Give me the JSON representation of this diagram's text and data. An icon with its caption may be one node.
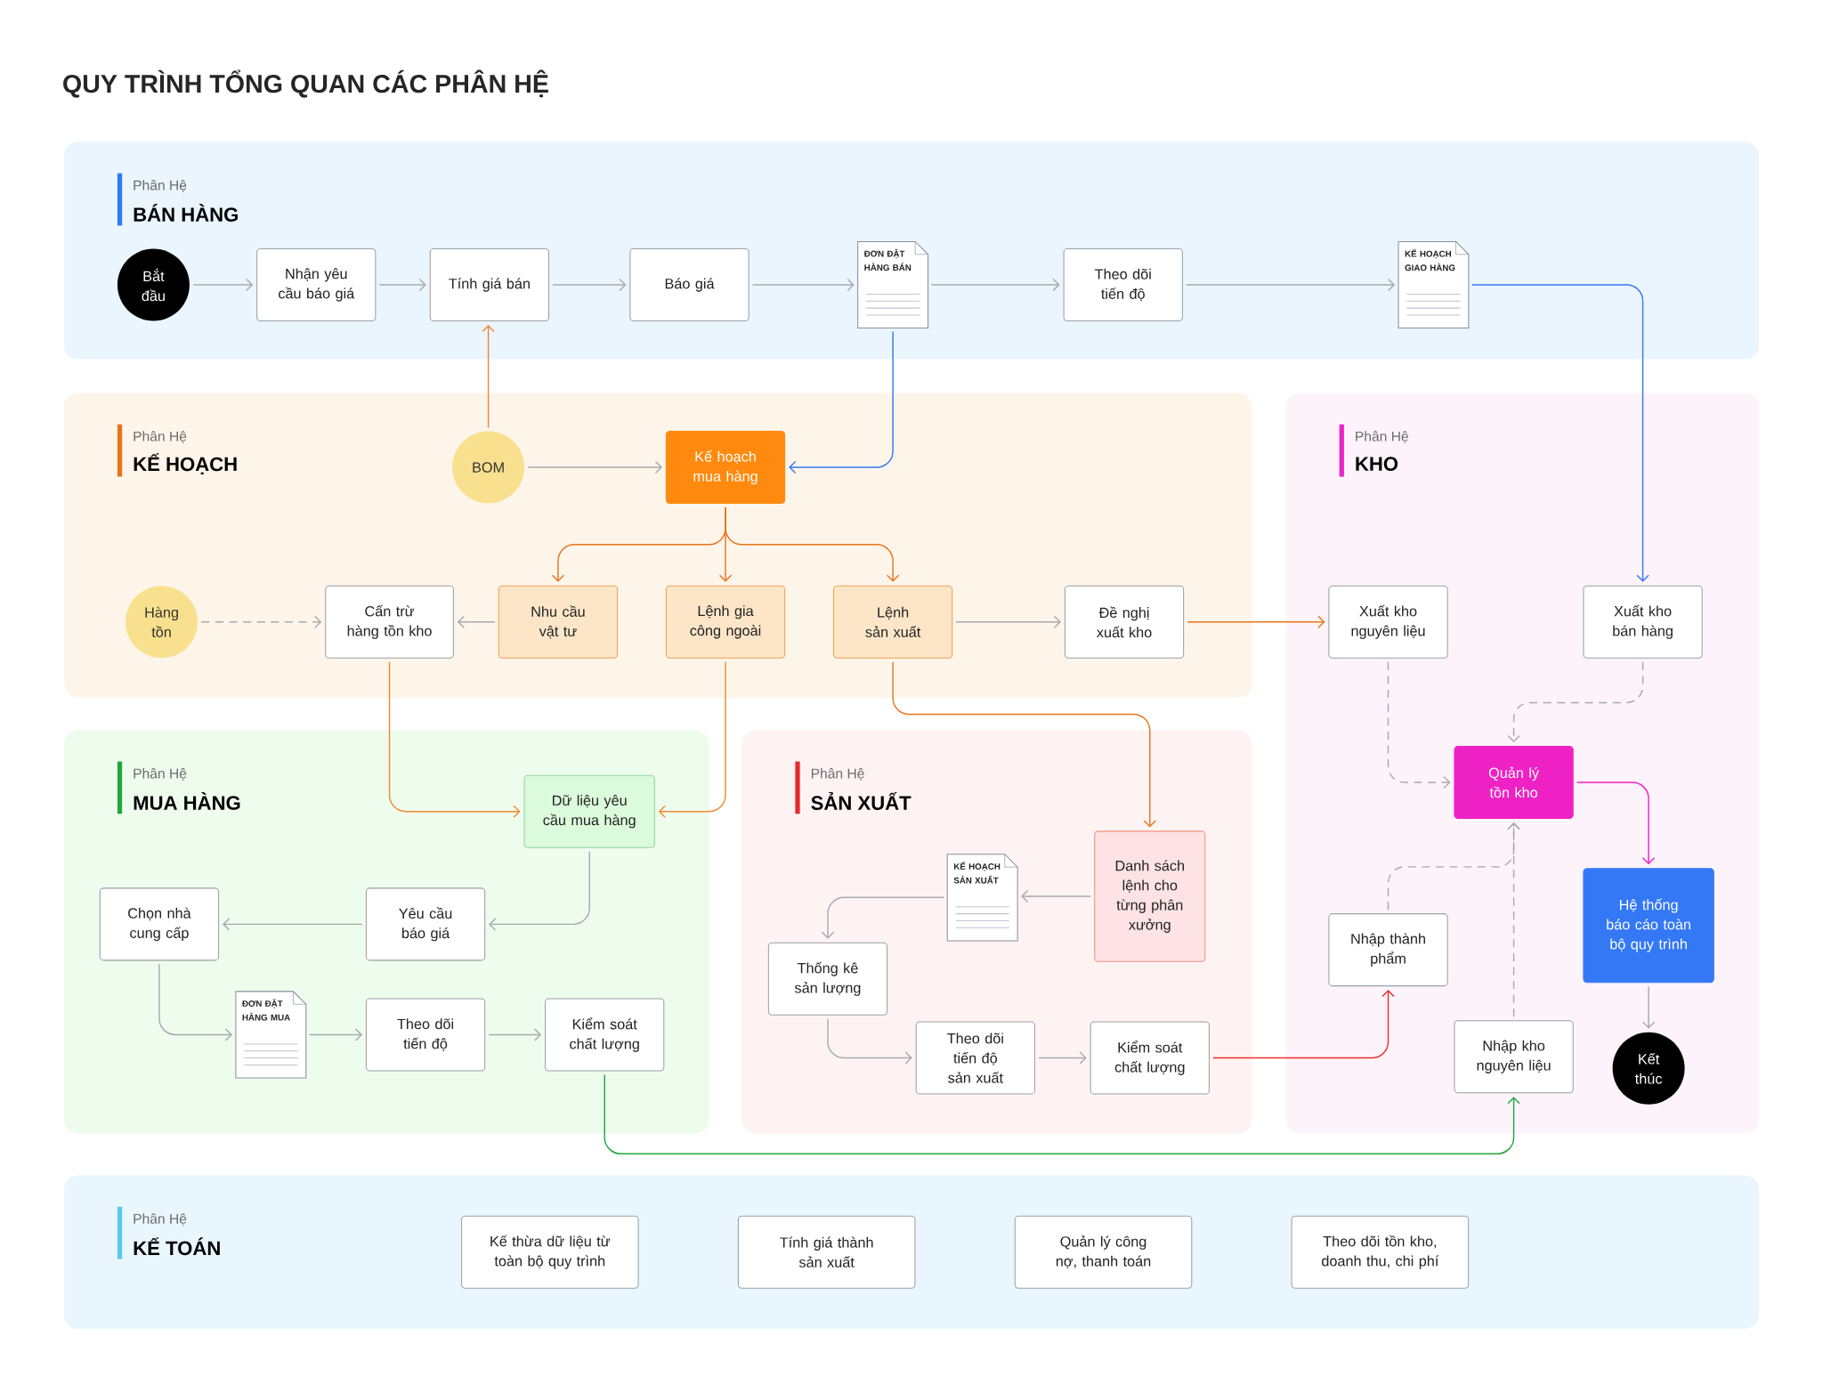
{
  "diagram": {
    "title": "QUY TRÌNH TỔNG QUAN CÁC PHÂN HỆ",
    "nodes": [
      {
        "text": [
          "Phân Hệ",
          "BÁN HÀNG"
        ]
      },
      {
        "text": [
          "Bắt đầu"
        ],
        "in": 0
      },
      {
        "text": [
          "Nhận yêu cầu báo giá"
        ],
        "in": 0
      },
      {
        "text": [
          "Tính giá bán"
        ],
        "in": 0
      },
      {
        "text": [
          "Báo giá"
        ],
        "in": 0
      },
      {
        "text": [
          "ĐƠN ĐẶT HÀNG BÁN"
        ],
        "in": 0
      },
      {
        "text": [
          "Theo dõi tiến độ"
        ],
        "in": 0
      },
      {
        "text": [
          "KẾ HOẠCH GIAO HÀNG"
        ],
        "in": 0
      },
      {
        "text": [
          "Phân Hệ",
          "KẾ HOẠCH"
        ]
      },
      {
        "text": [
          "BOM"
        ],
        "in": 8
      },
      {
        "text": [
          "Kế hoạch mua hàng"
        ],
        "in": 8
      },
      {
        "text": [
          "Hàng tồn"
        ],
        "in": 8
      },
      {
        "text": [
          "Cấn trừ hàng tồn kho"
        ],
        "in": 8
      },
      {
        "text": [
          "Nhu cầu vật tư"
        ],
        "in": 8
      },
      {
        "text": [
          "Lệnh gia công ngoài"
        ],
        "in": 8
      },
      {
        "text": [
          "Lệnh sản xuất"
        ],
        "in": 8
      },
      {
        "text": [
          "Đề nghị xuất kho"
        ],
        "in": 8
      },
      {
        "text": [
          "Phân Hệ",
          "KHO"
        ]
      },
      {
        "text": [
          "Xuất kho nguyên liệu"
        ],
        "in": 17
      },
      {
        "text": [
          "Xuất kho bán hàng"
        ],
        "in": 17
      },
      {
        "text": [
          "Quản lý tồn kho"
        ],
        "in": 17
      },
      {
        "text": [
          "Hệ thống báo cáo toàn bộ quy trình"
        ],
        "in": 17
      },
      {
        "text": [
          "Nhập thành phẩm"
        ],
        "in": 17
      },
      {
        "text": [
          "Nhập kho nguyên liệu"
        ],
        "in": 17
      },
      {
        "text": [
          "Kết thúc"
        ],
        "in": 17
      },
      {
        "text": [
          "Phân Hệ",
          "MUA HÀNG"
        ]
      },
      {
        "text": [
          "Dữ liệu yêu cầu mua hàng"
        ],
        "in": 25
      },
      {
        "text": [
          "Chọn nhà cung cấp"
        ],
        "in": 25
      },
      {
        "text": [
          "Yêu cầu báo giá"
        ],
        "in": 25
      },
      {
        "text": [
          "ĐƠN ĐẶT HÀNG MUA"
        ],
        "in": 25
      },
      {
        "text": [
          "Theo dõi tiến độ"
        ],
        "in": 25
      },
      {
        "text": [
          "Kiểm soát chất lượng"
        ],
        "in": 25
      },
      {
        "text": [
          "Phân Hệ",
          "SẢN XUẤT"
        ]
      },
      {
        "text": [
          "Danh sách lệnh cho từng phân xưởng"
        ],
        "in": 32
      },
      {
        "text": [
          "KẾ HOẠCH SẢN XUẤT"
        ],
        "in": 32
      },
      {
        "text": [
          "Thống kê sản lượng"
        ],
        "in": 32
      },
      {
        "text": [
          "Theo dõi tiến độ sản xuất"
        ],
        "in": 32
      },
      {
        "text": [
          "Kiểm soát chất lượng"
        ],
        "in": 32
      },
      {
        "text": [
          "Phân Hệ",
          "KẾ TOÁN"
        ]
      },
      {
        "text": [
          "Kế thừa dữ liệu từ toàn bộ quy trình"
        ],
        "in": 38
      },
      {
        "text": [
          "Tính giá thành sản xuất"
        ],
        "in": 38
      },
      {
        "text": [
          "Quản lý công nợ, thanh toán"
        ],
        "in": 38
      },
      {
        "text": [
          "Theo dõi tồn kho, doanh thu, chi phí"
        ],
        "in": 38
      }
    ],
    "edges": [
      {
        "from": 1,
        "to": 2,
        "arrow": "to"
      },
      {
        "from": 2,
        "to": 3,
        "arrow": "to"
      },
      {
        "from": 3,
        "to": 4,
        "arrow": "to"
      },
      {
        "from": 4,
        "to": 5,
        "arrow": "to"
      },
      {
        "from": 5,
        "to": 6,
        "arrow": "to"
      },
      {
        "from": 6,
        "to": 7,
        "arrow": "to"
      },
      {
        "from": 9,
        "to": 3,
        "arrow": "to",
        "color": "#f08a30"
      },
      {
        "from": 9,
        "to": 10,
        "arrow": "to"
      },
      {
        "from": 5,
        "to": 10,
        "arrow": "to",
        "color": "#3478f6"
      },
      {
        "from": 7,
        "to": 19,
        "arrow": "to",
        "color": "#3478f6"
      },
      {
        "from": 10,
        "to": 13,
        "arrow": "to",
        "color": "#e8741a"
      },
      {
        "from": 10,
        "to": 14,
        "arrow": "to",
        "color": "#e8741a"
      },
      {
        "from": 10,
        "to": 15,
        "arrow": "to",
        "color": "#e8741a"
      },
      {
        "from": 13,
        "to": 12,
        "arrow": "to"
      },
      {
        "from": 11,
        "to": 12,
        "arrow": "to",
        "style": "dashed"
      },
      {
        "from": 15,
        "to": 16,
        "arrow": "to"
      },
      {
        "from": 16,
        "to": 18,
        "arrow": "to",
        "color": "#e8741a"
      },
      {
        "from": 12,
        "to": 26,
        "arrow": "to",
        "color": "#f08a30"
      },
      {
        "from": 14,
        "to": 26,
        "arrow": "to",
        "color": "#f08a30"
      },
      {
        "from": 15,
        "to": 33,
        "arrow": "to",
        "color": "#e8741a"
      },
      {
        "from": 18,
        "to": 20,
        "arrow": "to",
        "style": "dashed"
      },
      {
        "from": 19,
        "to": 20,
        "arrow": "to",
        "style": "dashed"
      },
      {
        "from": 22,
        "to": 20,
        "arrow": "to",
        "style": "dashed"
      },
      {
        "from": 23,
        "to": 20,
        "arrow": "to",
        "style": "dashed"
      },
      {
        "from": 20,
        "to": 21,
        "arrow": "to",
        "color": "#ee22c4"
      },
      {
        "from": 21,
        "to": 24,
        "arrow": "to"
      },
      {
        "from": 26,
        "to": 28,
        "arrow": "to"
      },
      {
        "from": 28,
        "to": 27,
        "arrow": "to"
      },
      {
        "from": 27,
        "to": 29,
        "arrow": "to"
      },
      {
        "from": 29,
        "to": 30,
        "arrow": "to"
      },
      {
        "from": 30,
        "to": 31,
        "arrow": "to"
      },
      {
        "from": 31,
        "to": 23,
        "arrow": "to",
        "color": "#22a83a"
      },
      {
        "from": 33,
        "to": 34,
        "arrow": "to"
      },
      {
        "from": 34,
        "to": 35,
        "arrow": "to"
      },
      {
        "from": 35,
        "to": 36,
        "arrow": "to"
      },
      {
        "from": 36,
        "to": 37,
        "arrow": "to"
      },
      {
        "from": 37,
        "to": 22,
        "arrow": "to",
        "color": "#e8302a"
      }
    ]
  }
}
